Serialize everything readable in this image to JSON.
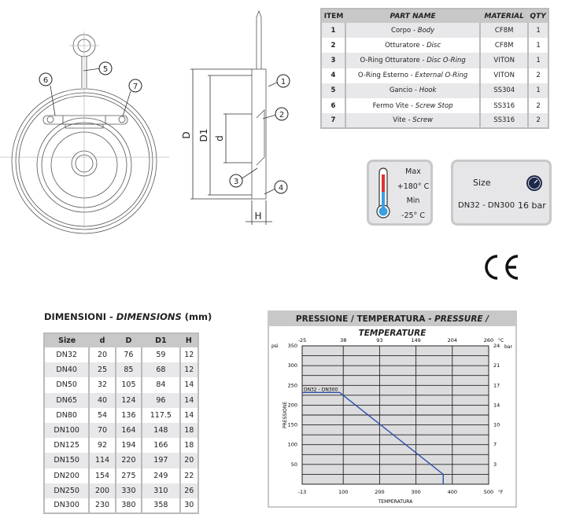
{
  "drawing": {
    "callouts": [
      "1",
      "2",
      "3",
      "4",
      "5",
      "6",
      "7"
    ],
    "dim_labels": {
      "D": "D",
      "D1": "D1",
      "d": "d",
      "H": "H"
    }
  },
  "parts_table": {
    "headers": [
      "ITEM",
      "PART NAME",
      "MATERIAL",
      "QTY"
    ],
    "rows": [
      {
        "item": "1",
        "name_it": "Corpo - ",
        "name_en": "Body",
        "material": "CF8M",
        "qty": "1"
      },
      {
        "item": "2",
        "name_it": "Otturatore - ",
        "name_en": "Disc",
        "material": "CF8M",
        "qty": "1"
      },
      {
        "item": "3",
        "name_it": "O-Ring Otturatore - ",
        "name_en": "Disc O-Ring",
        "material": "VITON",
        "qty": "1"
      },
      {
        "item": "4",
        "name_it": "O-Ring Esterno - ",
        "name_en": "External O-Ring",
        "material": "VITON",
        "qty": "2"
      },
      {
        "item": "5",
        "name_it": "Gancio - ",
        "name_en": "Hook",
        "material": "SS304",
        "qty": "1"
      },
      {
        "item": "6",
        "name_it": "Fermo Vite - ",
        "name_en": "Screw Stop",
        "material": "SS316",
        "qty": "2"
      },
      {
        "item": "7",
        "name_it": "Vite - ",
        "name_en": "Screw",
        "material": "SS316",
        "qty": "2"
      }
    ]
  },
  "temperature": {
    "max_label": "Max",
    "max": "+180° C",
    "min_label": "Min",
    "min": "-25° C",
    "icon": "thermometer-icon"
  },
  "pressure": {
    "size_label": "Size",
    "size": "DN32 - DN300",
    "pressure": "16 bar",
    "icon": "pressure-gauge-icon"
  },
  "ce_mark": "CE",
  "dimensions": {
    "title_it": "DIMENSIONI - ",
    "title_en": "DIMENSIONS",
    "unit": " (mm)",
    "headers": [
      "Size",
      "d",
      "D",
      "D1",
      "H"
    ],
    "rows": [
      [
        "DN32",
        "20",
        "76",
        "59",
        "12"
      ],
      [
        "DN40",
        "25",
        "85",
        "68",
        "12"
      ],
      [
        "DN50",
        "32",
        "105",
        "84",
        "14"
      ],
      [
        "DN65",
        "40",
        "124",
        "96",
        "14"
      ],
      [
        "DN80",
        "54",
        "136",
        "117.5",
        "14"
      ],
      [
        "DN100",
        "70",
        "164",
        "148",
        "18"
      ],
      [
        "DN125",
        "92",
        "194",
        "166",
        "18"
      ],
      [
        "DN150",
        "114",
        "220",
        "197",
        "20"
      ],
      [
        "DN200",
        "154",
        "275",
        "249",
        "22"
      ],
      [
        "DN250",
        "200",
        "330",
        "310",
        "26"
      ],
      [
        "DN300",
        "230",
        "380",
        "358",
        "30"
      ]
    ]
  },
  "chart_data": {
    "type": "line",
    "title_it": "PRESSIONE / TEMPERATURA - ",
    "title_en": "PRESSURE / TEMPERATURE",
    "xlabel": "TEMPERATURA",
    "ylabel": "PRESSIONE",
    "x_unit": "°F",
    "x_top_unit": "°C",
    "y_unit": "psi",
    "y_right_unit": "bar",
    "xlim": [
      -13,
      500
    ],
    "ylim": [
      0,
      350
    ],
    "x_ticks": [
      -13,
      100,
      200,
      300,
      400,
      500
    ],
    "x_top_ticks": [
      "-25",
      "38",
      "93",
      "149",
      "204",
      "260"
    ],
    "y_ticks": [
      50,
      100,
      150,
      200,
      250,
      300,
      350
    ],
    "y_right_ticks": [
      {
        "label": "24",
        "psi": 350
      },
      {
        "label": "21",
        "psi": 300
      },
      {
        "label": "17",
        "psi": 250
      },
      {
        "label": "14",
        "psi": 200
      },
      {
        "label": "10",
        "psi": 150
      },
      {
        "label": "7",
        "psi": 100
      },
      {
        "label": "3",
        "psi": 50
      }
    ],
    "grid_step_psi": 25,
    "series": [
      {
        "name": "DN32 - DN300",
        "color": "#2a4fa8",
        "points": [
          [
            -13,
            232
          ],
          [
            90,
            232
          ],
          [
            375,
            25
          ],
          [
            375,
            0
          ]
        ]
      }
    ]
  }
}
